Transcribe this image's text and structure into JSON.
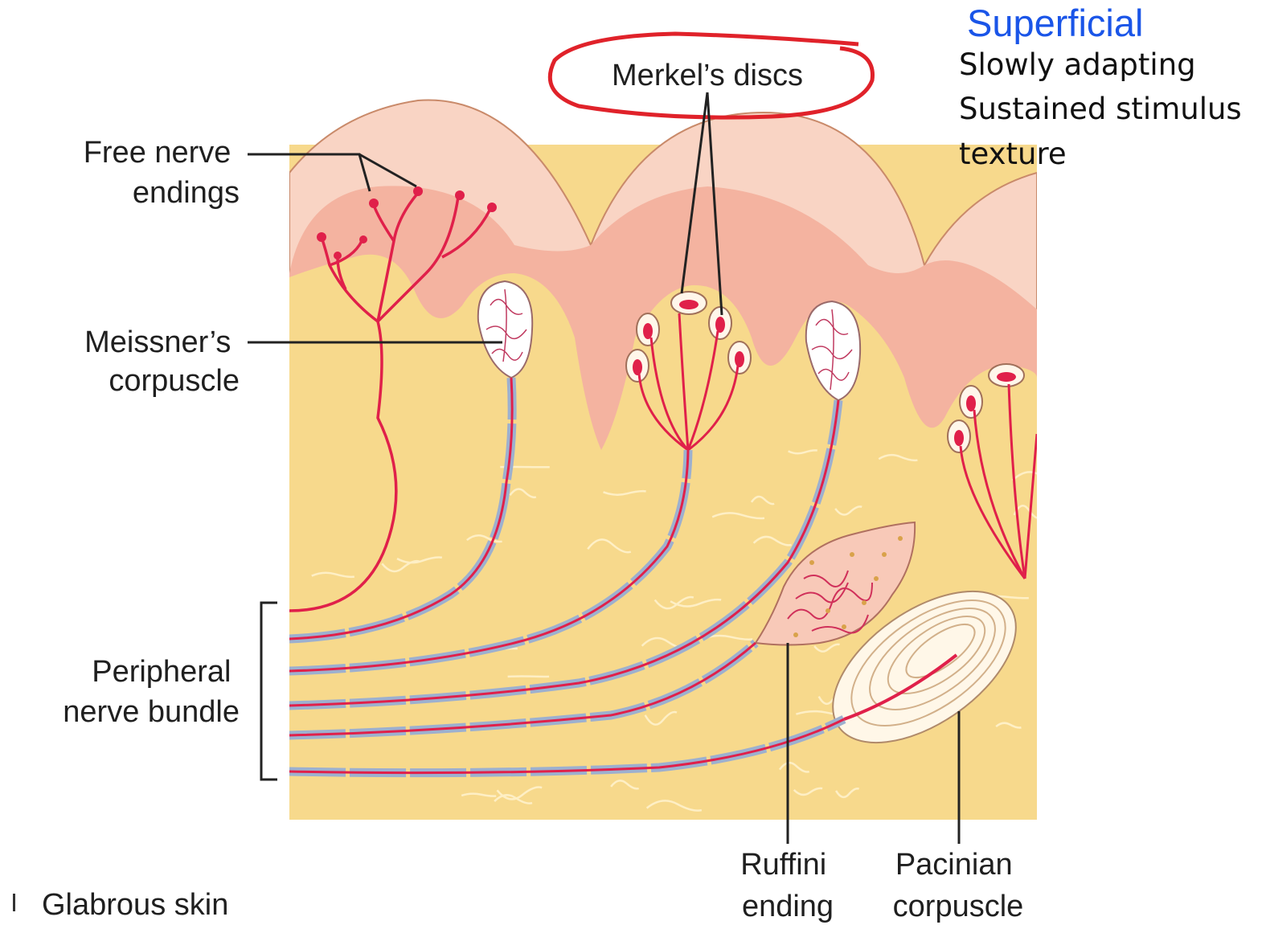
{
  "labels": {
    "free_nerve_endings": [
      "Free nerve",
      "endings"
    ],
    "meissner": [
      "Meissner’s",
      "corpuscle"
    ],
    "merkel": "Merkel’s discs",
    "peripheral": [
      "Peripheral",
      "nerve bundle"
    ],
    "ruffini": [
      "Ruffini",
      "ending"
    ],
    "pacinian": [
      "Pacinian",
      "corpuscle"
    ],
    "glabrous": "Glabrous skin"
  },
  "annotation": {
    "heading": "Superficial",
    "lines": [
      "Slowly adapting",
      "Sustained stimulus",
      "texture"
    ]
  },
  "colors": {
    "dermis": "#f7d98c",
    "epidermis_outer": "#f9d4c4",
    "epidermis_inner": "#f4b3a0",
    "nerve_red": "#e0204a",
    "myelin": "#9db0cf",
    "highlight_circle": "#e0222a",
    "annotation_blue": "#1a55e8"
  }
}
